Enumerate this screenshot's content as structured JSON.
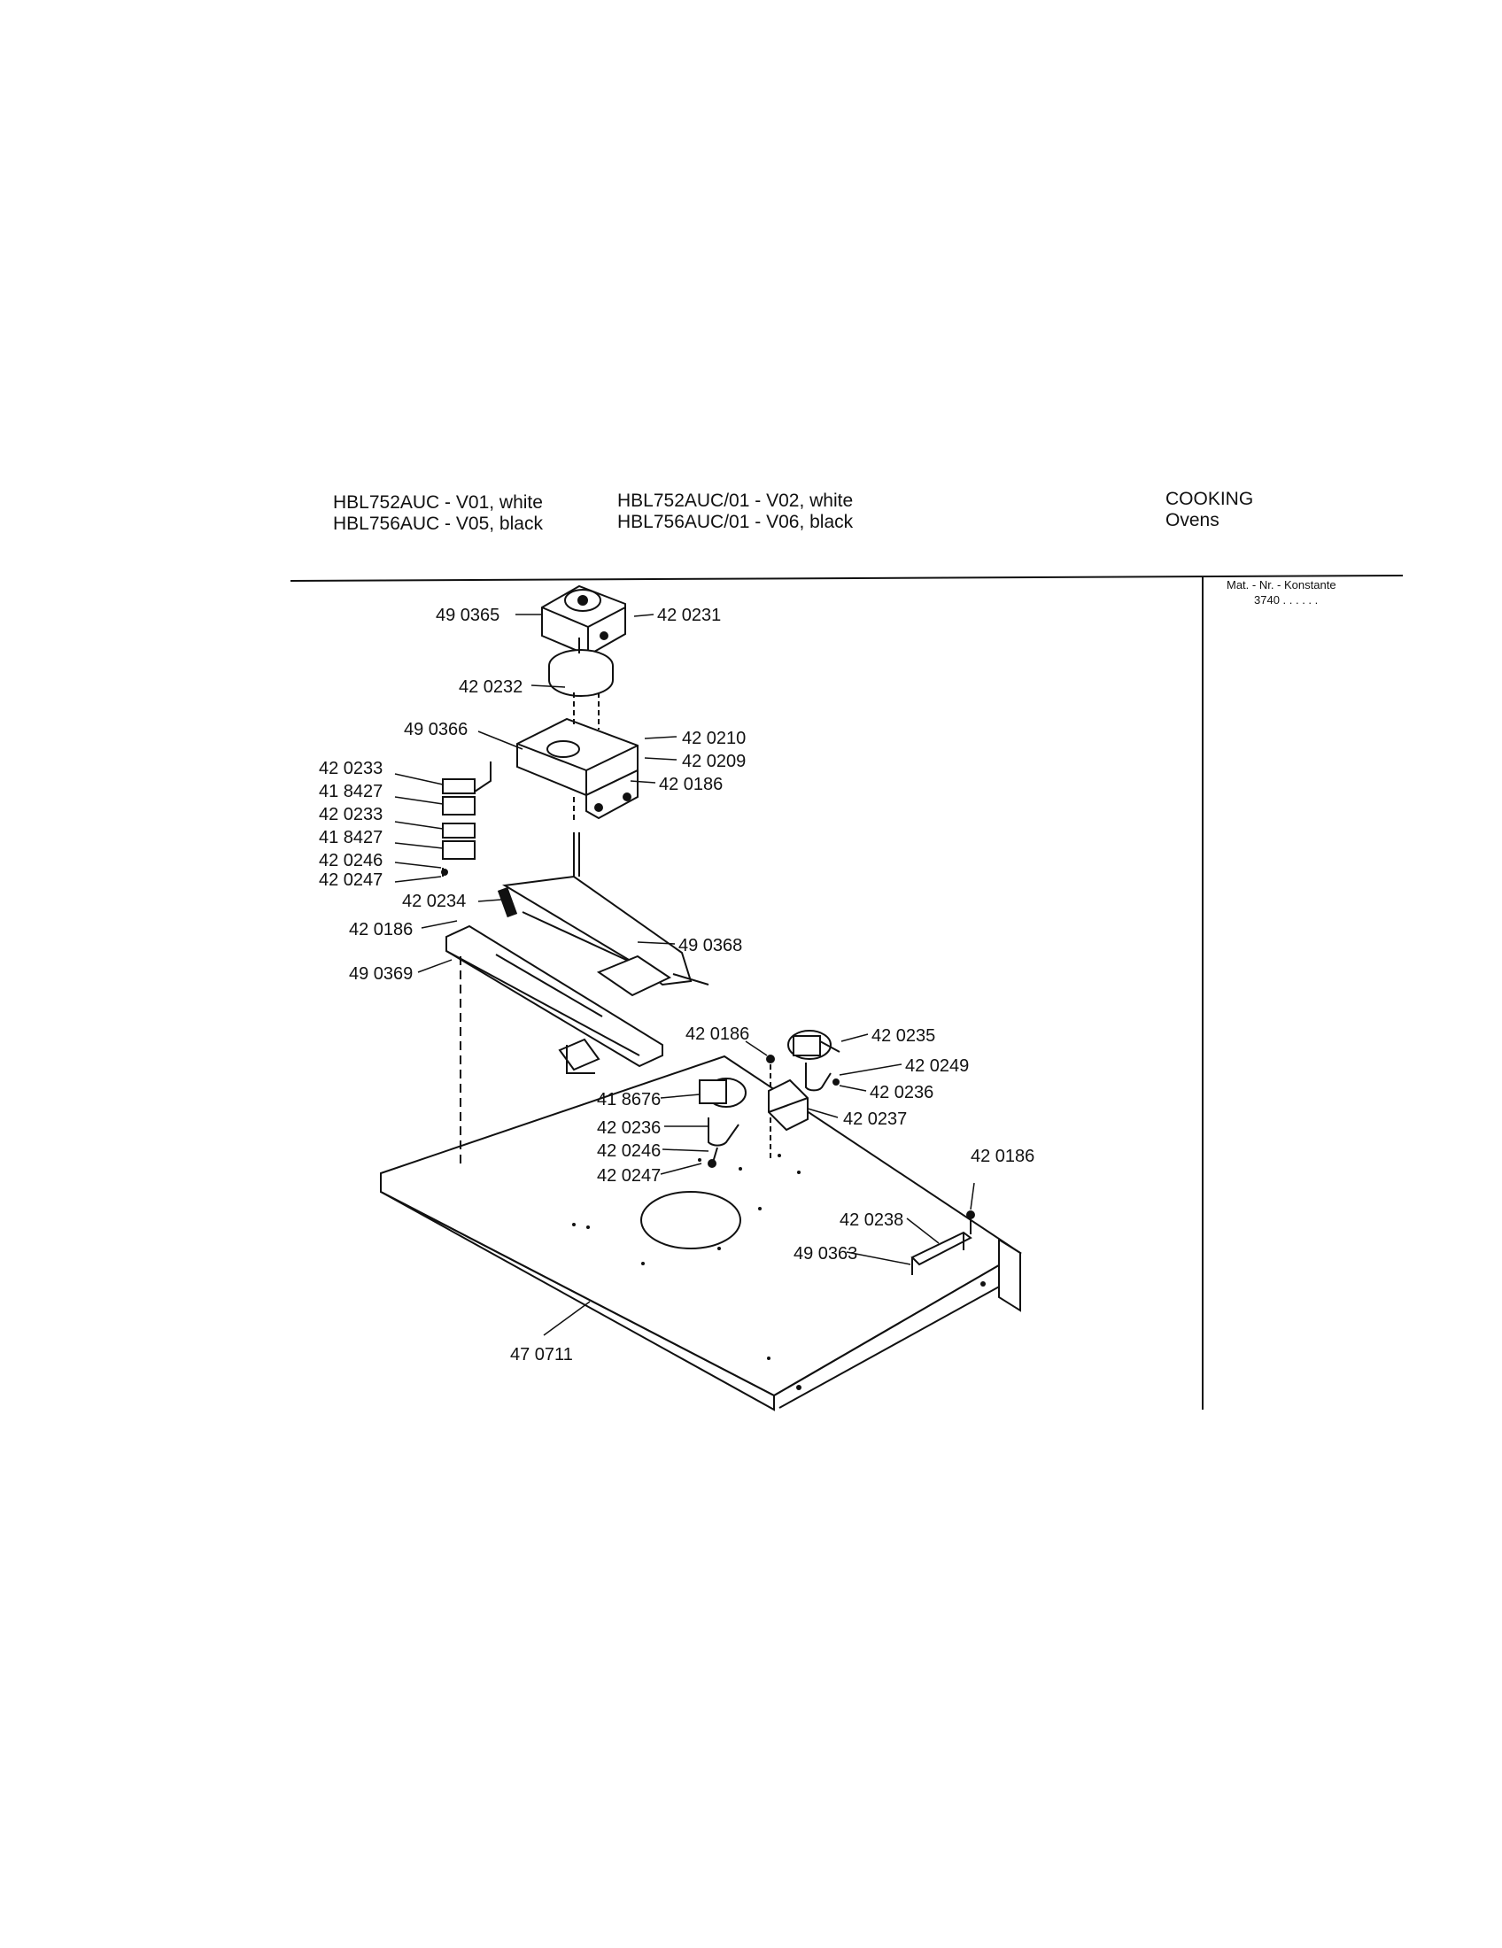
{
  "header": {
    "models_left": [
      "HBL752AUC - V01, white",
      "HBL756AUC - V05, black"
    ],
    "models_right": [
      "HBL752AUC/01 - V02, white",
      "HBL756AUC/01 - V06, black"
    ],
    "category": [
      "COOKING",
      "Ovens"
    ]
  },
  "mat_box": {
    "label": "Mat. - Nr. - Konstante",
    "code": "3740 . .   . . . ."
  },
  "parts": [
    "49 0365",
    "42 0231",
    "42 0232",
    "49 0366",
    "42 0210",
    "42 0209",
    "42 0186",
    "42 0233",
    "41 8427",
    "42 0233",
    "41 8427",
    "42 0246",
    "42 0247",
    "42 0234",
    "42 0186",
    "49 0368",
    "49 0369",
    "42 0186",
    "42 0235",
    "42 0249",
    "42 0236",
    "41 8676",
    "42 0237",
    "42 0236",
    "42 0246",
    "42 0247",
    "42 0186",
    "42 0238",
    "49 0363",
    "47 0711"
  ]
}
